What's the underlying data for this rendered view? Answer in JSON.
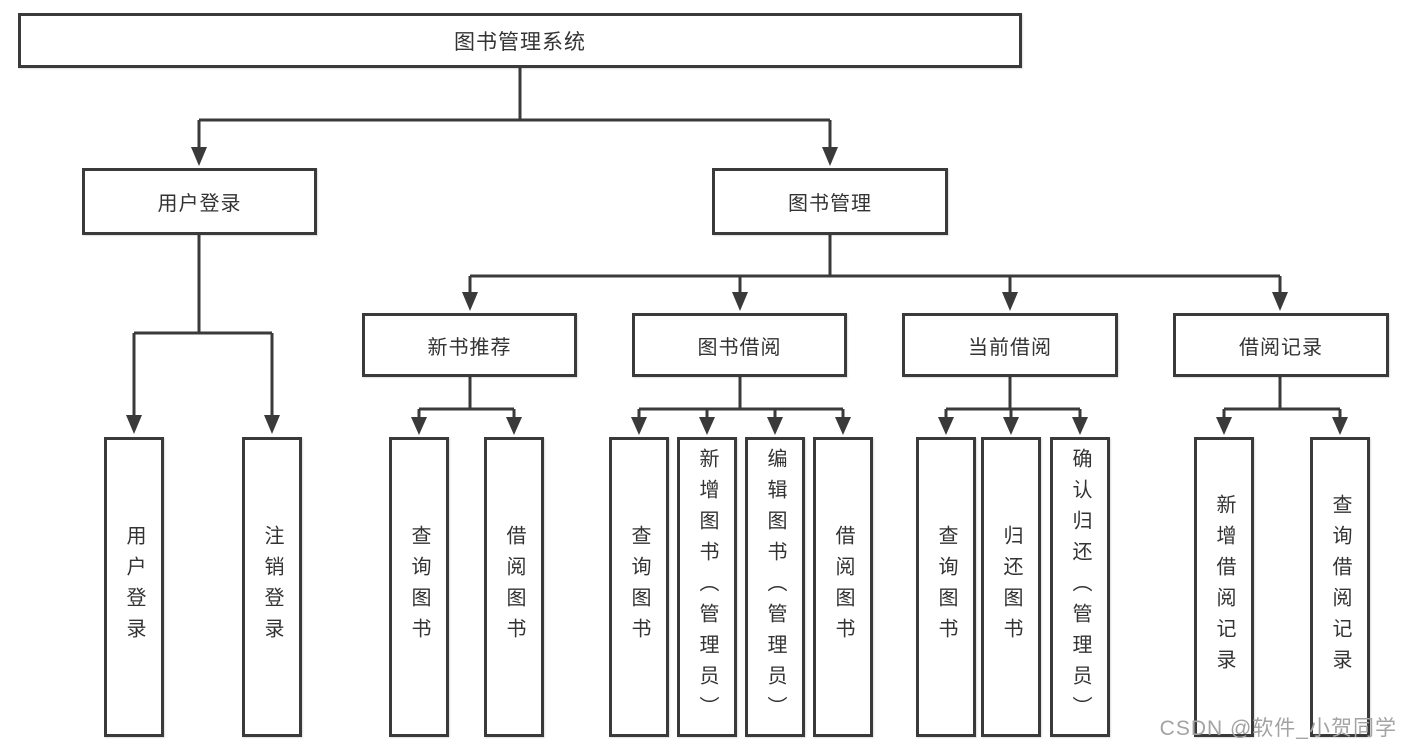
{
  "tree": {
    "root": {
      "label": "图书管理系统"
    },
    "level2": [
      {
        "label": "用户登录"
      },
      {
        "label": "图书管理"
      }
    ],
    "level3": [
      {
        "label": "新书推荐",
        "parent": "图书管理"
      },
      {
        "label": "图书借阅",
        "parent": "图书管理"
      },
      {
        "label": "当前借阅",
        "parent": "图书管理"
      },
      {
        "label": "借阅记录",
        "parent": "图书管理"
      }
    ],
    "leaves": [
      {
        "label": "用户登录",
        "parent": "用户登录"
      },
      {
        "label": "注销登录",
        "parent": "用户登录"
      },
      {
        "label": "查询图书",
        "parent": "新书推荐"
      },
      {
        "label": "借阅图书",
        "parent": "新书推荐"
      },
      {
        "label": "查询图书",
        "parent": "图书借阅"
      },
      {
        "label": "新增图书（管理员）",
        "parent": "图书借阅"
      },
      {
        "label": "编辑图书（管理员）",
        "parent": "图书借阅"
      },
      {
        "label": "借阅图书",
        "parent": "图书借阅"
      },
      {
        "label": "查询图书",
        "parent": "当前借阅"
      },
      {
        "label": "归还图书",
        "parent": "当前借阅"
      },
      {
        "label": "确认归还（管理员）",
        "parent": "当前借阅"
      },
      {
        "label": "新增借阅记录",
        "parent": "借阅记录"
      },
      {
        "label": "查询借阅记录",
        "parent": "借阅记录"
      }
    ]
  },
  "watermark": {
    "text": "CSDN @软件_小贺同学"
  },
  "colors": {
    "line": "#3a3a3a",
    "box_border": "#3a3a3a",
    "box_fill": "#ffffff",
    "text": "#333333",
    "watermark": "#a3a3a3",
    "background": "#ffffff"
  }
}
